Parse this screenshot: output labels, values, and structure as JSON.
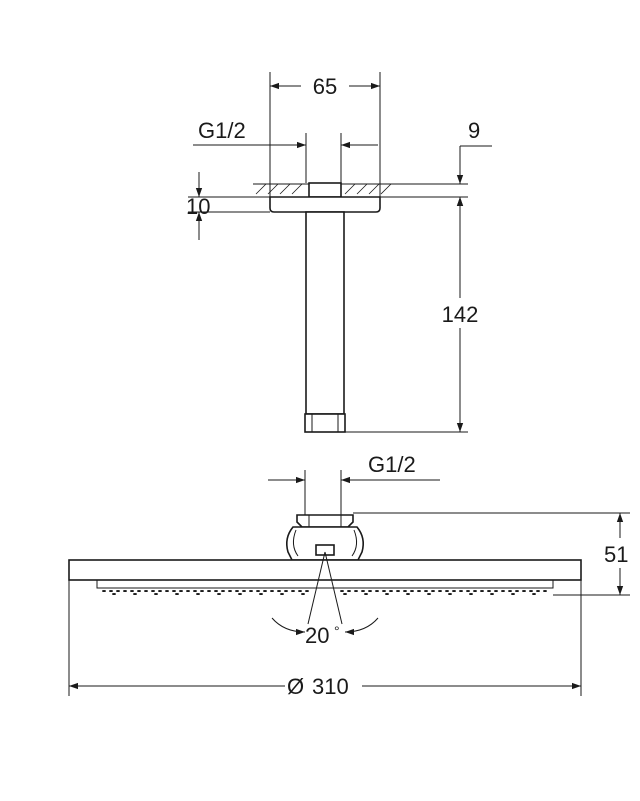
{
  "drawing": {
    "dims": {
      "arm_width": "65",
      "arm_thread": "G1/2",
      "flange_thickness": "9",
      "ceiling_depth": "10",
      "arm_length": "142",
      "head_thread": "G1/2",
      "head_height": "51",
      "tilt_angle": "20",
      "tilt_angle_unit": "°",
      "head_diameter_symbol": "Ø",
      "head_diameter": "310"
    }
  }
}
